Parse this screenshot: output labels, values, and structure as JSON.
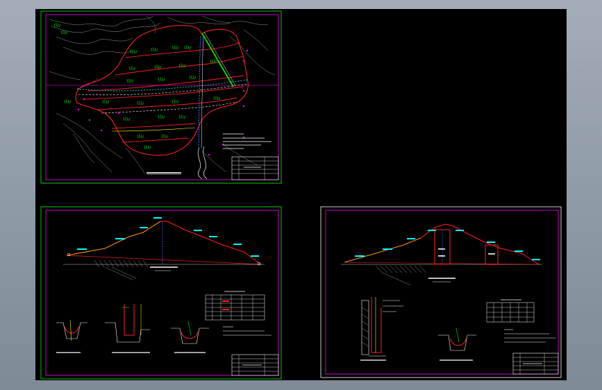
{
  "viewport": {
    "background": "#000000",
    "frame_color": "#00ff00",
    "sheet3_frame_color": "#ff00ff"
  },
  "sheets": [
    {
      "id": "sheet-plan",
      "title_text": "",
      "notes_lines": [
        "",
        "",
        "",
        "",
        ""
      ],
      "title_block_rows": 6
    },
    {
      "id": "sheet-section-a",
      "title_text": "",
      "scale_text": "",
      "table_title": "",
      "detail_titles": [
        "",
        "",
        ""
      ],
      "title_block_rows": 5
    },
    {
      "id": "sheet-section-b",
      "title_text": "",
      "scale_text": "",
      "table_title": "",
      "detail_titles": [
        "",
        ""
      ],
      "title_block_rows": 5
    }
  ],
  "colors": {
    "boundary": "#ff2020",
    "terrain": "#c8c8c8",
    "grass": "#00ff00",
    "drain": "#ffffff",
    "axis": "#ff00ff",
    "dim": "#00ffff",
    "label": "#ffff00",
    "hatch": "#b8b8b8",
    "blue": "#3a6bff"
  }
}
